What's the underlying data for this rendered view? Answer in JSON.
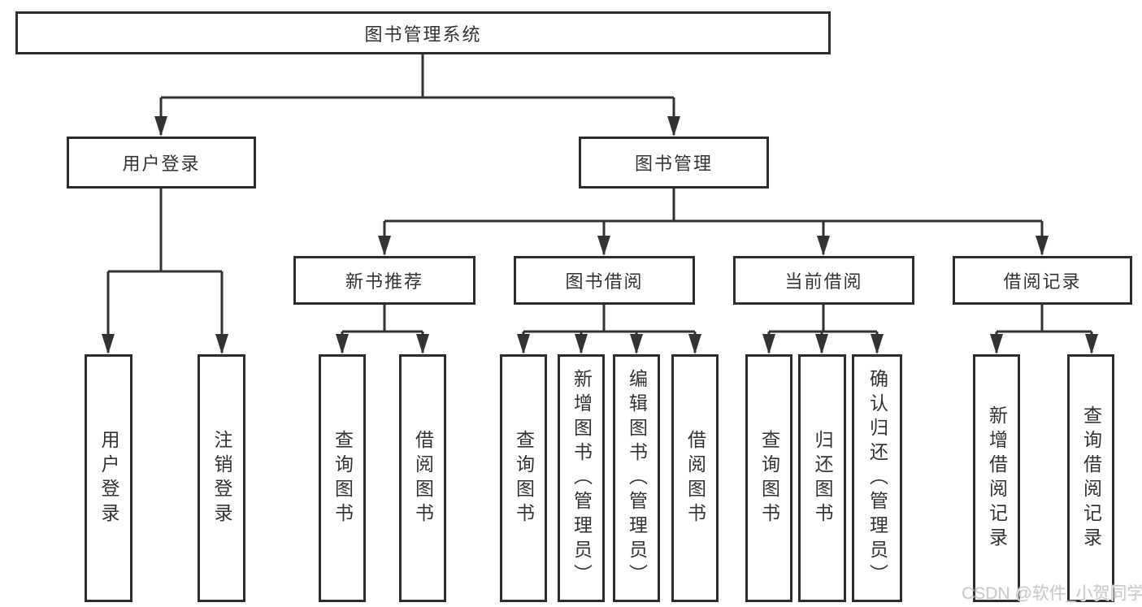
{
  "tree": {
    "root": "图书管理系统",
    "branches": [
      {
        "label": "用户登录",
        "children": [
          "用户登录",
          "注销登录"
        ]
      },
      {
        "label": "图书管理",
        "sections": [
          {
            "label": "新书推荐",
            "children": [
              "查询图书",
              "借阅图书"
            ]
          },
          {
            "label": "图书借阅",
            "children": [
              "查询图书",
              "新增图书（管理员）",
              "编辑图书（管理员）",
              "借阅图书"
            ]
          },
          {
            "label": "当前借阅",
            "children": [
              "查询图书",
              "归还图书",
              "确认归还（管理员）"
            ]
          },
          {
            "label": "借阅记录",
            "children": [
              "新增借阅记录",
              "查询借阅记录"
            ]
          }
        ]
      }
    ]
  },
  "watermark": "CSDN @软件_小贺同学",
  "colors": {
    "line": "#333333",
    "box_border": "#2d2d2d",
    "text": "#333333",
    "watermark": "#c9c9cd",
    "background": "#ffffff"
  }
}
